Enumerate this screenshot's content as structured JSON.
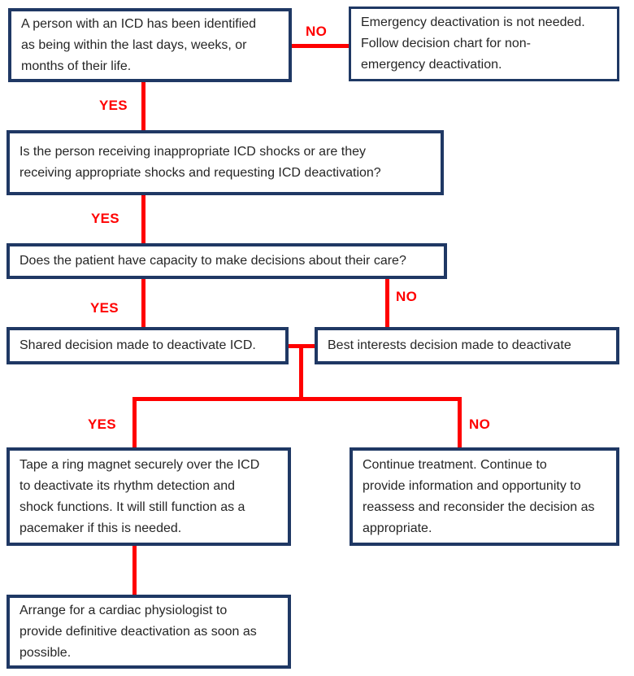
{
  "diagram": {
    "description": "ICD emergency deactivation decision flowchart",
    "colors": {
      "box_border": "#1F3864",
      "box_background": "#FFFFFF",
      "connector": "#FF0000",
      "edge_label": "#FF0000",
      "text": "#262626",
      "background": "#FFFFFF"
    },
    "nodes": [
      {
        "id": "icd-identified",
        "text": "A person with an ICD has been identified\nas being within the last days, weeks, or\nmonths of their life."
      },
      {
        "id": "no-emergency-needed",
        "text": "Emergency deactivation is not needed.\nFollow decision chart for non-\nemergency deactivation."
      },
      {
        "id": "shocks-question",
        "text": "Is the person receiving inappropriate ICD shocks or are they\nreceiving appropriate shocks and requesting ICD deactivation?"
      },
      {
        "id": "capacity-question",
        "text": "Does the patient have capacity to make decisions about their care?"
      },
      {
        "id": "shared-decision",
        "text": "Shared decision made to deactivate ICD."
      },
      {
        "id": "best-interests-decision",
        "text": "Best interests decision made to deactivate"
      },
      {
        "id": "ring-magnet",
        "text": "Tape a ring magnet securely over the ICD\nto deactivate its rhythm detection and\nshock functions. It will still function as a\npacemaker if this is needed."
      },
      {
        "id": "continue-treatment",
        "text": "Continue treatment. Continue to\nprovide information and opportunity to\nreassess and reconsider the decision as\nappropriate."
      },
      {
        "id": "cardiac-physiologist",
        "text": "Arrange for a cardiac physiologist to\nprovide definitive deactivation as soon as\npossible."
      }
    ],
    "edge_labels": [
      {
        "id": "no-top",
        "text": "NO"
      },
      {
        "id": "yes-1",
        "text": "YES"
      },
      {
        "id": "yes-2",
        "text": "YES"
      },
      {
        "id": "yes-3",
        "text": "YES"
      },
      {
        "id": "no-capacity",
        "text": "NO"
      },
      {
        "id": "yes-magnet",
        "text": "YES"
      },
      {
        "id": "no-continue",
        "text": "NO"
      }
    ]
  }
}
